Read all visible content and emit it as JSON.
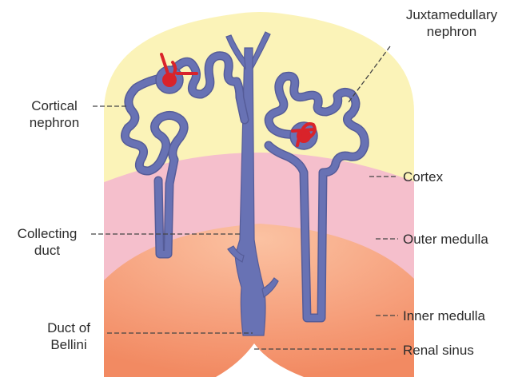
{
  "diagram": {
    "labels": {
      "juxtamedullary": [
        "Juxtamedullary",
        "nephron"
      ],
      "cortical": [
        "Cortical",
        "nephron"
      ],
      "cortex": "Cortex",
      "collecting": [
        "Collecting",
        "duct"
      ],
      "outer_medulla": "Outer medulla",
      "inner_medulla": "Inner medulla",
      "duct_bellini": [
        "Duct of",
        "Bellini"
      ],
      "renal_sinus": "Renal sinus"
    },
    "colors": {
      "cortex": "#fbf3b8",
      "outer_medulla": "#f5bfcc",
      "inner_medulla": "#f6a07c",
      "tubule": "#6872b4",
      "tubule_outline": "#555c98",
      "glomerulus": "#d9232a",
      "leader": "#444444"
    }
  }
}
